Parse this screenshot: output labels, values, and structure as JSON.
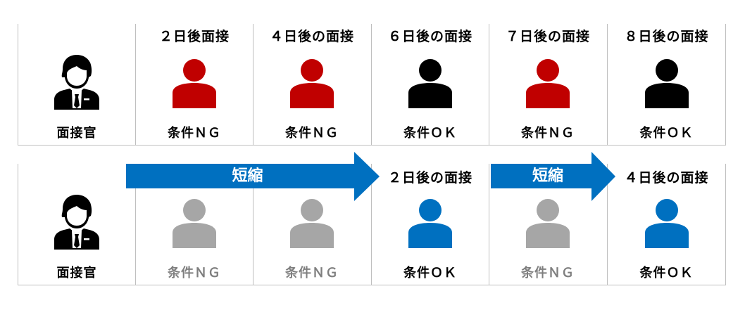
{
  "colors": {
    "ng_red": "#C00000",
    "ok_black": "#000000",
    "ok_blue": "#0070C0",
    "skipped_gray": "#A6A6A6",
    "skipped_text": "#7F7F7F",
    "arrow_blue": "#0070C0",
    "grid_line": "#BFBFBF"
  },
  "top_row": {
    "interviewer": {
      "icon": "interviewer-icon",
      "label": "面接官"
    },
    "columns": [
      {
        "heading": "２日後面接",
        "icon": "person-icon",
        "icon_color": "#C00000",
        "label": "条件ＮＧ"
      },
      {
        "heading": "４日後の面接",
        "icon": "person-icon",
        "icon_color": "#C00000",
        "label": "条件ＮＧ"
      },
      {
        "heading": "６日後の面接",
        "icon": "person-icon",
        "icon_color": "#000000",
        "label": "条件ＯＫ"
      },
      {
        "heading": "７日後の面接",
        "icon": "person-icon",
        "icon_color": "#C00000",
        "label": "条件ＮＧ"
      },
      {
        "heading": "８日後の面接",
        "icon": "person-icon",
        "icon_color": "#000000",
        "label": "条件ＯＫ"
      }
    ]
  },
  "bottom_row": {
    "interviewer": {
      "icon": "interviewer-icon",
      "label": "面接官"
    },
    "columns": [
      {
        "heading": "",
        "icon": "person-icon",
        "icon_color": "#A6A6A6",
        "label": "条件ＮＧ"
      },
      {
        "heading": "",
        "icon": "person-icon",
        "icon_color": "#A6A6A6",
        "label": "条件ＮＧ"
      },
      {
        "heading": "２日後の面接",
        "icon": "person-icon",
        "icon_color": "#0070C0",
        "label": "条件ＯＫ"
      },
      {
        "heading": "",
        "icon": "person-icon",
        "icon_color": "#A6A6A6",
        "label": "条件ＮＧ"
      },
      {
        "heading": "４日後の面接",
        "icon": "person-icon",
        "icon_color": "#0070C0",
        "label": "条件ＯＫ"
      }
    ],
    "arrows": [
      {
        "label": "短縮",
        "from_column": 1,
        "to_column": 3
      },
      {
        "label": "短縮",
        "from_column": 4,
        "to_column": 5
      }
    ]
  }
}
